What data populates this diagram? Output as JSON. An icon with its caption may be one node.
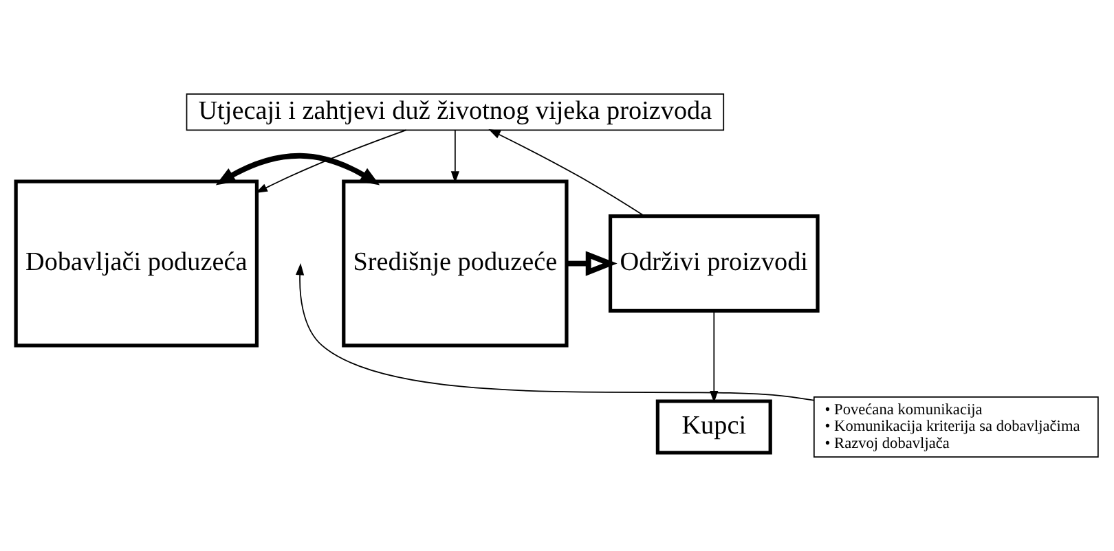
{
  "diagram": {
    "nodes": [
      {
        "text": [
          "Utjecaji i zahtjevi duž životnog vijeka proizvoda"
        ]
      },
      {
        "text": [
          "Dobavljači poduzeća"
        ]
      },
      {
        "text": [
          "Središnje poduzeće"
        ]
      },
      {
        "text": [
          "Održivi proizvodi"
        ]
      },
      {
        "text": [
          "Kupci"
        ]
      },
      {
        "text": [
          "• Povećana komunikacija",
          "• Komunikacija kriterija sa dobavljačima",
          "• Razvoj dobavljača"
        ]
      }
    ],
    "edges": [
      {
        "from": 0,
        "to": 1,
        "arrow": "to"
      },
      {
        "from": 0,
        "to": 2,
        "arrow": "to"
      },
      {
        "from": 3,
        "to": 0,
        "arrow": "to"
      },
      {
        "from": 1,
        "to": 2,
        "arrow": "both",
        "style": "thick"
      },
      {
        "from": 5,
        "to": null,
        "arrow": "to"
      },
      {
        "from": 2,
        "to": 3,
        "arrow": "to",
        "style": "thick"
      },
      {
        "from": 3,
        "to": 4,
        "arrow": "to"
      }
    ]
  }
}
